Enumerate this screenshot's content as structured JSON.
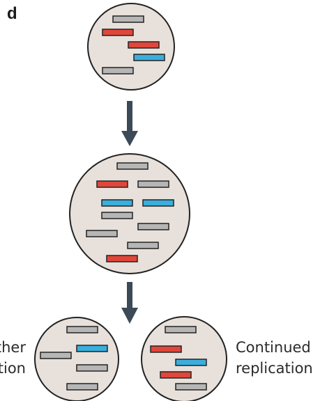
{
  "panel_label": "d",
  "labels": {
    "left": {
      "line1": "ther",
      "line2": "tion"
    },
    "right": {
      "line1": "Continued",
      "line2": "replication"
    }
  },
  "colors": {
    "cell_fill": "#e8e1db",
    "cell_stroke": "#222222",
    "gray_element": "#b7b6b6",
    "red_element": "#e0473a",
    "blue_element": "#3aaedc",
    "arrow": "#3b4a56"
  }
}
